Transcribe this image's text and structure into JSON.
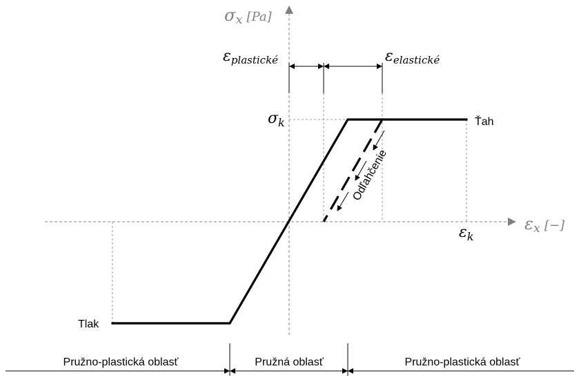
{
  "axes": {
    "y_symbol": "σ",
    "y_sub": "x",
    "y_unit": "[Pa]",
    "x_symbol": "ε",
    "x_sub": "x",
    "x_unit": "[−]"
  },
  "labels": {
    "eps_plastic_symbol": "ε",
    "eps_plastic_sub": "plastické",
    "eps_elastic_symbol": "ε",
    "eps_elastic_sub": "elastické",
    "sigma_k_symbol": "σ",
    "sigma_k_sub": "k",
    "eps_k_symbol": "ε",
    "eps_k_sub": "k",
    "tension": "Ťah",
    "compression": "Tlak",
    "unloading": "Odľahčenie"
  },
  "regions": [
    {
      "label": "Pružno-plastická oblasť"
    },
    {
      "label": "Pružná oblasť"
    },
    {
      "label": "Pružno-plastická oblasť"
    }
  ],
  "colors": {
    "axis": "#808080",
    "curve": "#000000"
  }
}
